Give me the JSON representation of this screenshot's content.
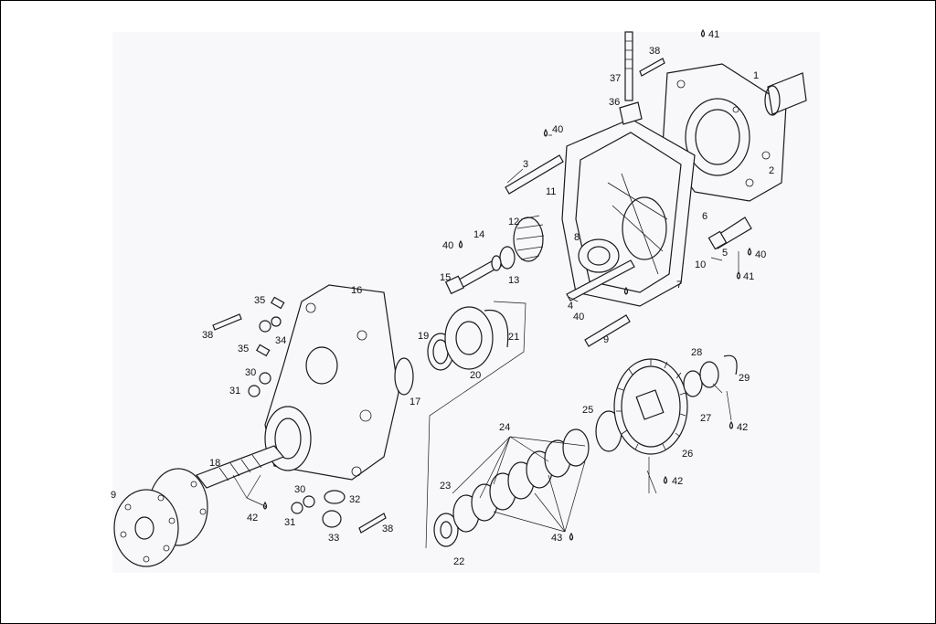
{
  "labels": [
    {
      "id": "1",
      "text": "1"
    },
    {
      "id": "2",
      "text": "2"
    },
    {
      "id": "3",
      "text": "3"
    },
    {
      "id": "4",
      "text": "4"
    },
    {
      "id": "5",
      "text": "5"
    },
    {
      "id": "6",
      "text": "6"
    },
    {
      "id": "7",
      "text": "7"
    },
    {
      "id": "8",
      "text": "8"
    },
    {
      "id": "9",
      "text": "9"
    },
    {
      "id": "9b",
      "text": "9"
    },
    {
      "id": "10",
      "text": "10"
    },
    {
      "id": "11",
      "text": "11"
    },
    {
      "id": "12",
      "text": "12"
    },
    {
      "id": "13",
      "text": "13"
    },
    {
      "id": "14",
      "text": "14"
    },
    {
      "id": "15",
      "text": "15"
    },
    {
      "id": "16",
      "text": "16"
    },
    {
      "id": "17",
      "text": "17"
    },
    {
      "id": "18",
      "text": "18"
    },
    {
      "id": "19",
      "text": "19"
    },
    {
      "id": "20",
      "text": "20"
    },
    {
      "id": "21",
      "text": "21"
    },
    {
      "id": "22",
      "text": "22"
    },
    {
      "id": "23",
      "text": "23"
    },
    {
      "id": "24",
      "text": "24"
    },
    {
      "id": "25",
      "text": "25"
    },
    {
      "id": "26",
      "text": "26"
    },
    {
      "id": "27",
      "text": "27"
    },
    {
      "id": "28",
      "text": "28"
    },
    {
      "id": "29",
      "text": "29"
    },
    {
      "id": "30a",
      "text": "30"
    },
    {
      "id": "30b",
      "text": "30"
    },
    {
      "id": "31a",
      "text": "31"
    },
    {
      "id": "31b",
      "text": "31"
    },
    {
      "id": "32",
      "text": "32"
    },
    {
      "id": "33",
      "text": "33"
    },
    {
      "id": "34",
      "text": "34"
    },
    {
      "id": "35a",
      "text": "35"
    },
    {
      "id": "35b",
      "text": "35"
    },
    {
      "id": "36",
      "text": "36"
    },
    {
      "id": "37",
      "text": "37"
    },
    {
      "id": "38a",
      "text": "38"
    },
    {
      "id": "38b",
      "text": "38"
    },
    {
      "id": "38c",
      "text": "38"
    },
    {
      "id": "40a",
      "text": "40"
    },
    {
      "id": "40b",
      "text": "40"
    },
    {
      "id": "40c",
      "text": "40"
    },
    {
      "id": "40d",
      "text": "40"
    },
    {
      "id": "41a",
      "text": "41"
    },
    {
      "id": "41b",
      "text": "41"
    },
    {
      "id": "42a",
      "text": "42"
    },
    {
      "id": "42b",
      "text": "42"
    },
    {
      "id": "42c",
      "text": "42"
    },
    {
      "id": "43",
      "text": "43"
    }
  ]
}
